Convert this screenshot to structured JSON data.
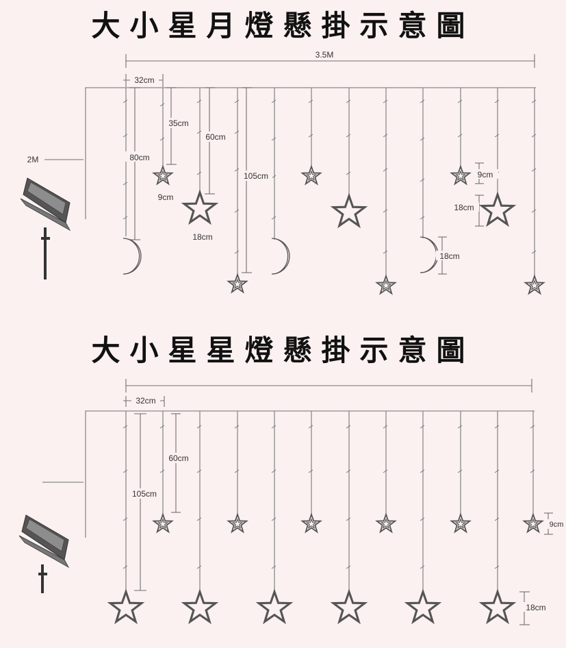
{
  "diagram_top": {
    "title": "大小星月燈懸掛示意圖",
    "labels": {
      "total_width": "3.5M",
      "spacing": "32cm",
      "lead_wire": "2M",
      "len_35": "35cm",
      "len_60": "60cm",
      "len_80": "80cm",
      "len_105": "105cm",
      "small_star": "9cm",
      "big_star": "18cm",
      "star_small_right": "9cm",
      "star_big_right": "18cm",
      "moon_size": "18cm"
    }
  },
  "diagram_bottom": {
    "title": "大小星星燈懸掛示意圖",
    "labels": {
      "spacing": "32cm",
      "len_60": "60cm",
      "len_105": "105cm",
      "small_star": "9cm",
      "big_star": "18cm"
    }
  },
  "colors": {
    "background": "#fbf1f0",
    "line": "#8a8a8a",
    "title": "#111111"
  }
}
